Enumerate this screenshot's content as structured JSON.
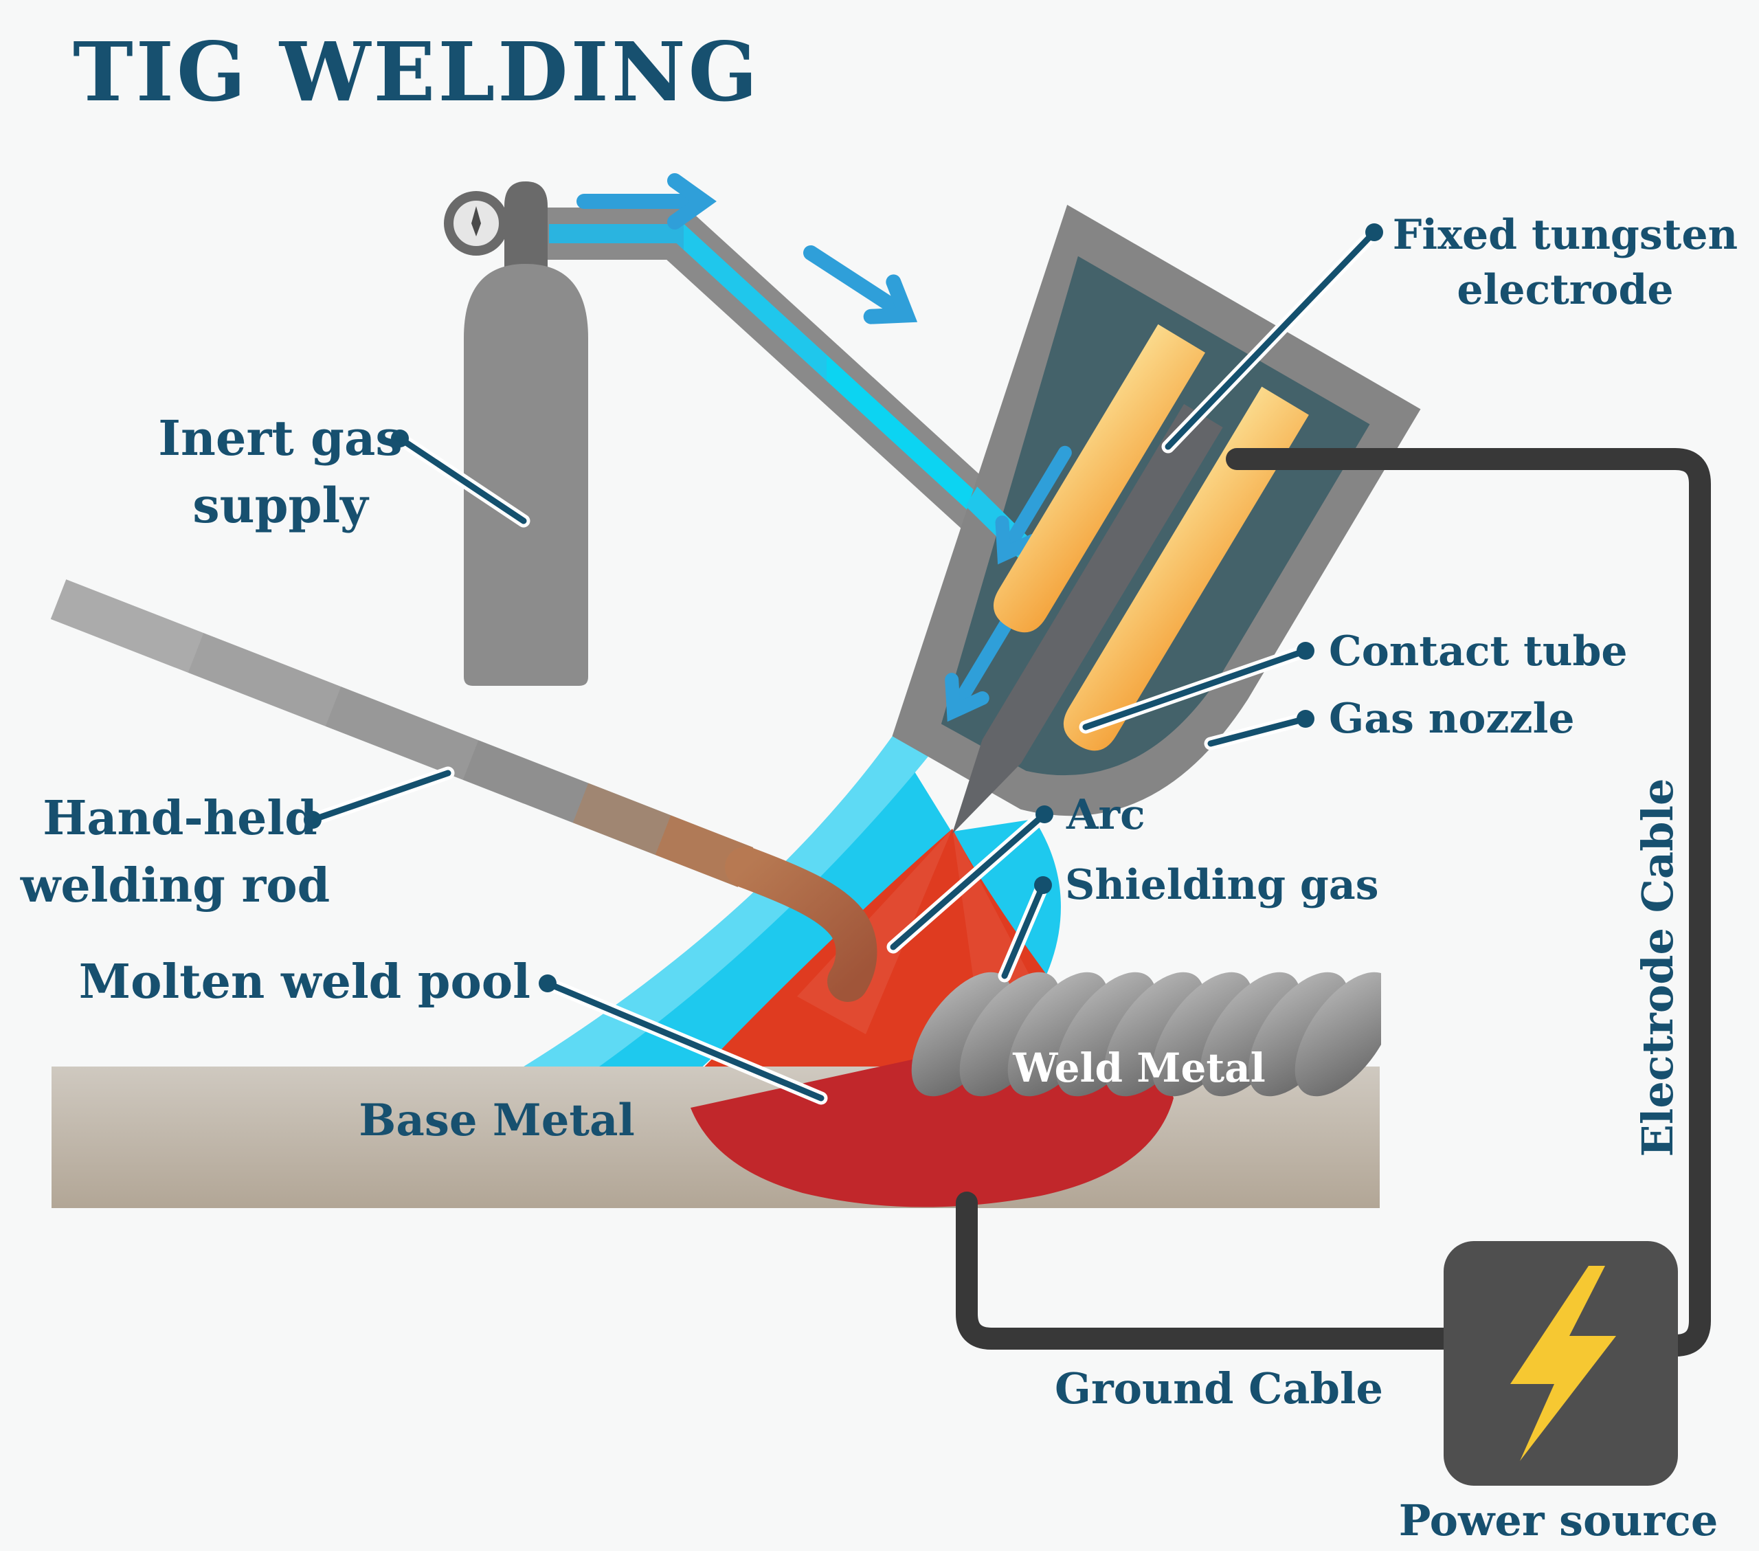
{
  "title": "TIG WELDING",
  "labels": {
    "inert_gas_line1": "Inert gas",
    "inert_gas_line2": "supply",
    "fixed_tungsten_line1": "Fixed tungsten",
    "fixed_tungsten_line2": "electrode",
    "contact_tube": "Contact tube",
    "gas_nozzle": "Gas nozzle",
    "arc": "Arc",
    "shielding_gas": "Shielding gas",
    "hand_held_line1": "Hand-held",
    "hand_held_line2": "welding rod",
    "molten_weld_pool": "Molten weld pool",
    "base_metal": "Base Metal",
    "weld_metal": "Weld Metal",
    "ground_cable": "Ground Cable",
    "electrode_cable": "Electrode Cable",
    "power_source": "Power source"
  },
  "colors": {
    "background": "#f7f8f8",
    "label_blue": "#17506F",
    "leader_blue": "#14506E",
    "torch_teal": "#44626A",
    "torch_border_gray": "#858585",
    "contact_tube_orange_light": "#fbda8c",
    "contact_tube_orange": "#f4a33c",
    "electrode_gray": "#636569",
    "shielding_gas_cyan": "#1ec9ee",
    "shielding_gas_cyan_light": "#5edaf4",
    "hose_cyan": "#1fc7ec",
    "flow_arrow_blue": "#2f9fd9",
    "arc_yellow": "#f9bc42",
    "arc_orange": "#f39130",
    "arc_red_orange": "#e85a24",
    "molten_pool_red": "#c1272b",
    "base_metal_tan": "#c9c2b7",
    "weld_bead_gray": "#8f8f8f",
    "cylinder_gray": "#8c8c8c",
    "cable_dark_gray": "#383838",
    "power_box_gray": "#4f4f4f",
    "bolt_yellow": "#f6c832"
  }
}
